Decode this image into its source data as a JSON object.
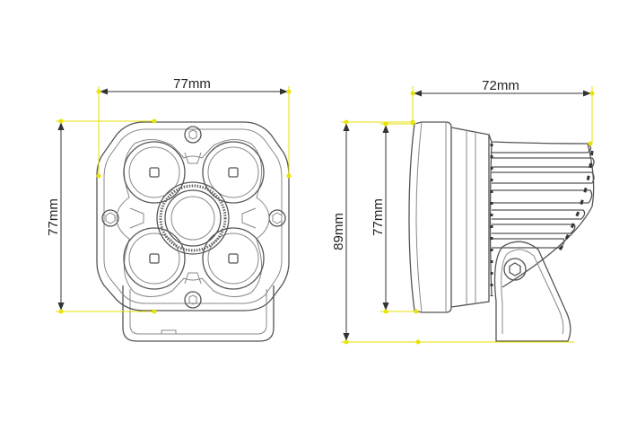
{
  "diagram": {
    "front_view": {
      "width_label": "77mm",
      "height_label": "77mm"
    },
    "side_view": {
      "depth_label": "72mm",
      "overall_height_label": "89mm",
      "body_height_label": "77mm"
    },
    "colors": {
      "outline": "#555555",
      "dimension_line": "#333333",
      "extension_line": "#e4e000",
      "anchor_point": "#e8e400",
      "background": "#ffffff"
    }
  }
}
